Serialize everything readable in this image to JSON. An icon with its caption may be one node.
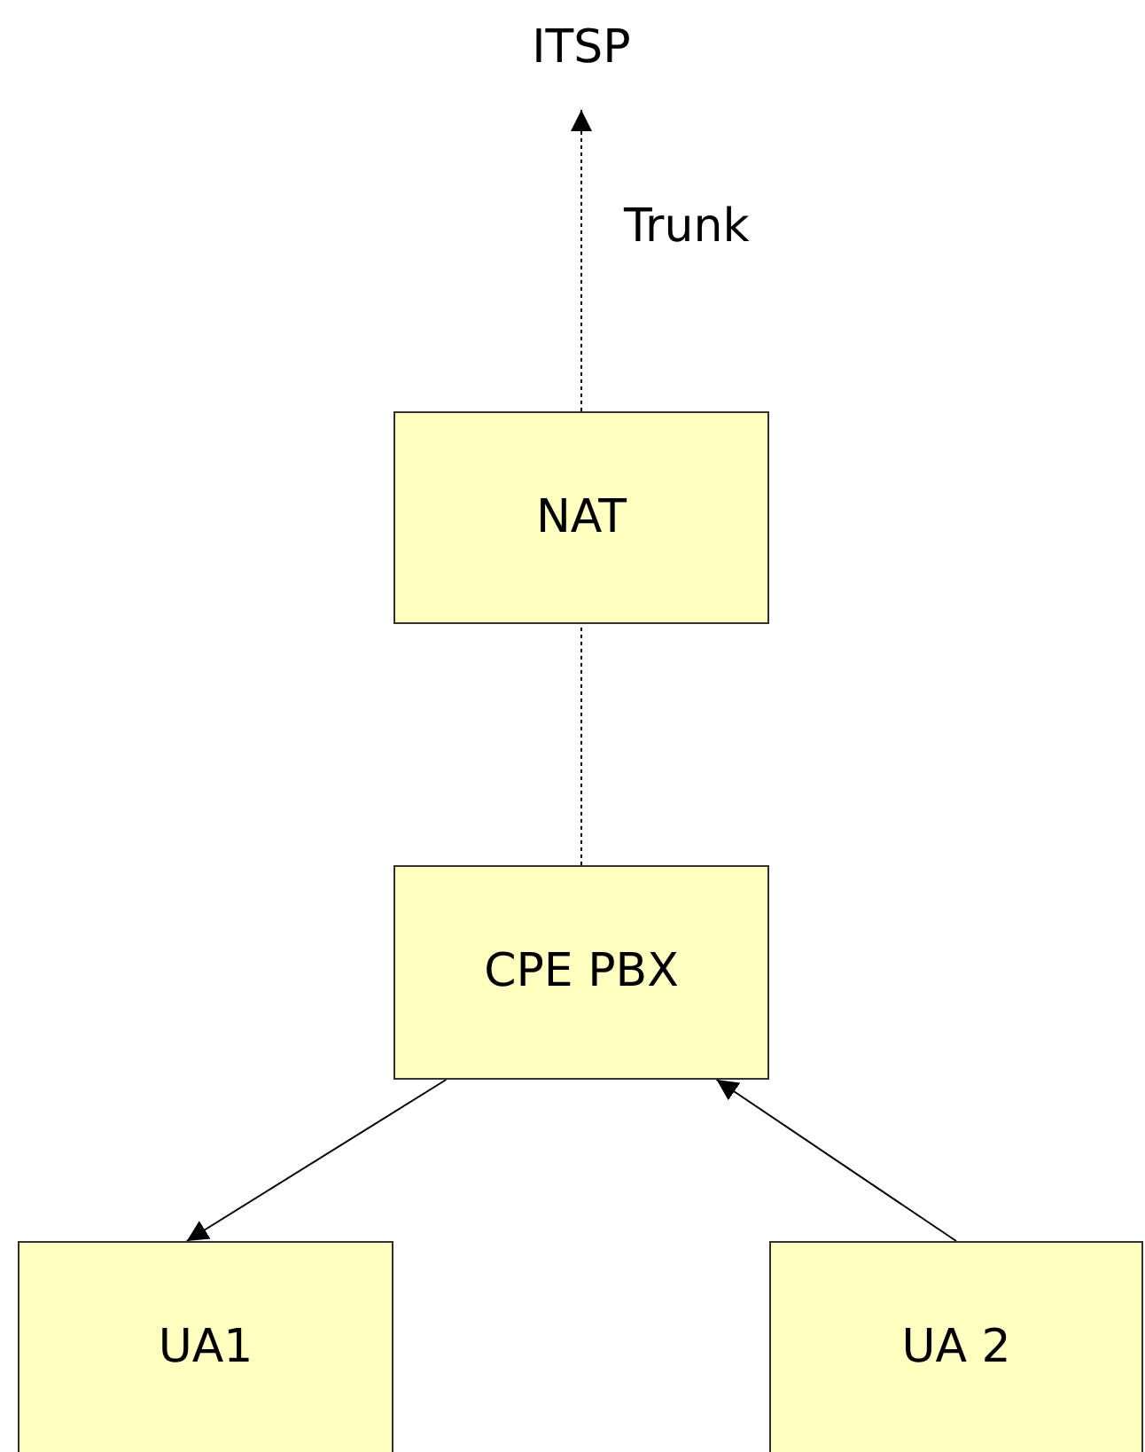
{
  "diagram": {
    "nodes": [
      {
        "text": [
          "ITSP"
        ]
      },
      {
        "text": [
          "NAT"
        ]
      },
      {
        "text": [
          "CPE PBX"
        ]
      },
      {
        "text": [
          "UA1"
        ]
      },
      {
        "text": [
          "UA 2"
        ]
      }
    ],
    "edges": [
      {
        "from": 1,
        "to": 0,
        "arrow": "to",
        "style": "dashed",
        "label": "Trunk"
      },
      {
        "from": 2,
        "to": 1,
        "arrow": "none",
        "style": "dashed"
      },
      {
        "from": 2,
        "to": 3,
        "arrow": "to"
      },
      {
        "from": 4,
        "to": 2,
        "arrow": "to"
      }
    ]
  }
}
